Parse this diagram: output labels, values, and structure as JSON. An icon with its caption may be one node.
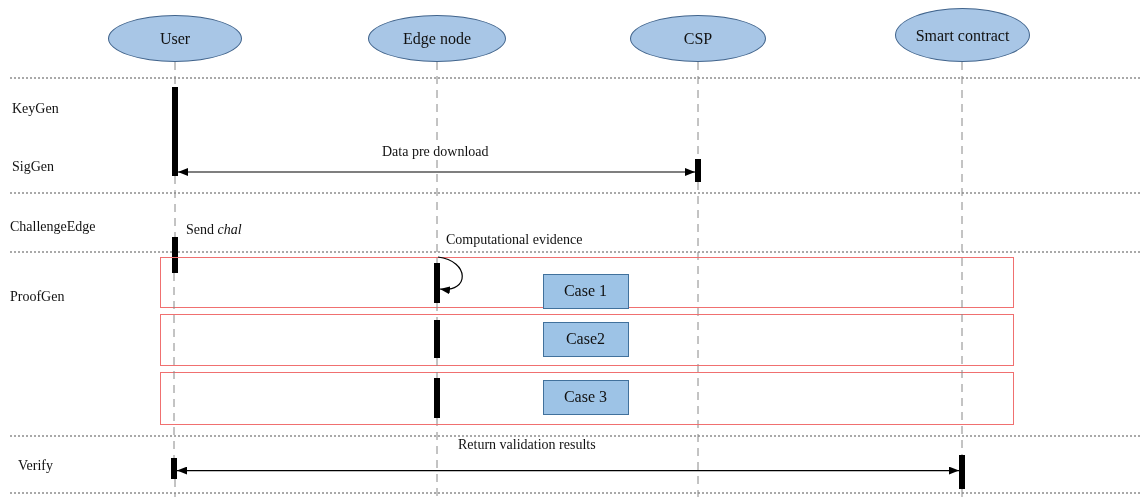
{
  "diagram": {
    "nodes": [
      {
        "text": [
          "User"
        ]
      },
      {
        "text": [
          "Edge node"
        ]
      },
      {
        "text": [
          "CSP"
        ]
      },
      {
        "text": [
          "Smart contract"
        ]
      },
      {
        "text": [],
        "shape": "bar"
      },
      {
        "text": [],
        "shape": "bar"
      },
      {
        "text": [],
        "shape": "bar"
      },
      {
        "text": [],
        "shape": "box"
      },
      {
        "text": [],
        "shape": "bar",
        "in": 7
      },
      {
        "text": [
          "Case 1"
        ],
        "in": 7
      },
      {
        "text": [],
        "shape": "box"
      },
      {
        "text": [],
        "shape": "bar",
        "in": 10
      },
      {
        "text": [
          "Case2"
        ],
        "in": 10
      },
      {
        "text": [],
        "shape": "box"
      },
      {
        "text": [],
        "shape": "bar",
        "in": 13
      },
      {
        "text": [
          "Case 3"
        ],
        "in": 13
      },
      {
        "text": [],
        "shape": "bar"
      },
      {
        "text": [],
        "shape": "bar"
      }
    ],
    "edges": [
      {
        "from": 4,
        "to": 5,
        "arrow": "both",
        "label": "Data pre download",
        "color": "#000000"
      },
      {
        "from": 8,
        "to": 8,
        "arrow": "to",
        "label": "Computational evidence",
        "color": "#000000"
      },
      {
        "from": 16,
        "to": 17,
        "arrow": "both",
        "label": "Return validation results",
        "color": "#000000"
      },
      {
        "from": 0,
        "to": 4,
        "arrow": "none",
        "style": "dashed",
        "color": "#888888"
      },
      {
        "from": 4,
        "to": 6,
        "arrow": "none",
        "style": "dashed",
        "color": "#888888"
      },
      {
        "from": 6,
        "to": 16,
        "arrow": "none",
        "style": "dashed",
        "color": "#888888"
      },
      {
        "from": 1,
        "to": 8,
        "arrow": "none",
        "style": "dashed",
        "color": "#888888"
      },
      {
        "from": 8,
        "to": 11,
        "arrow": "none",
        "style": "dashed",
        "color": "#888888"
      },
      {
        "from": 11,
        "to": 14,
        "arrow": "none",
        "style": "dashed",
        "color": "#888888"
      },
      {
        "from": 2,
        "to": 5,
        "arrow": "none",
        "style": "dashed",
        "color": "#888888"
      },
      {
        "from": 3,
        "to": 17,
        "arrow": "none",
        "style": "dashed",
        "color": "#888888"
      }
    ],
    "labels": [
      "KeyGen",
      "SigGen",
      "ChallengeEdge",
      "Send *chal*",
      "ProofGen",
      "Verify"
    ]
  }
}
